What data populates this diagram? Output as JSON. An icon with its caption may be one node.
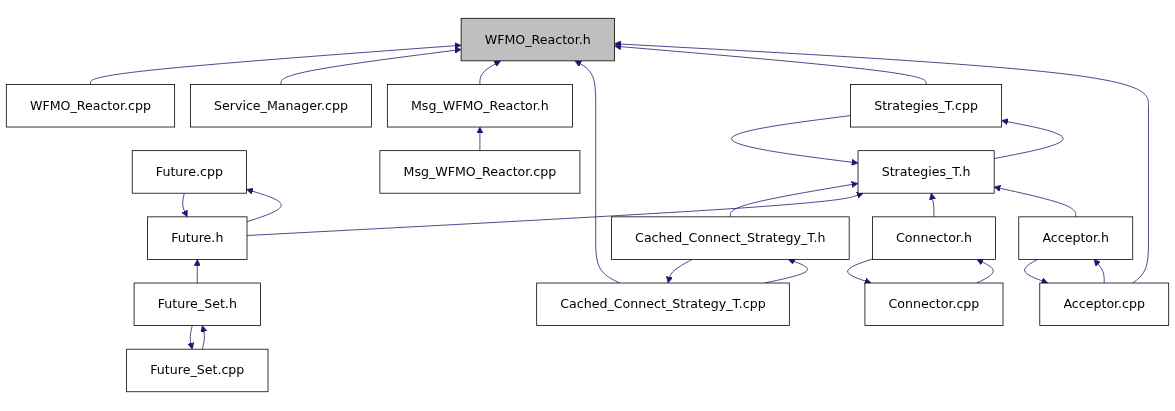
{
  "diagram": {
    "nodes": [
      {
        "text": [
          "WFMO_Reactor.h"
        ]
      },
      {
        "text": [
          "Strategies_T.cpp"
        ]
      },
      {
        "text": [
          "Msg_WFMO_Reactor.h"
        ]
      },
      {
        "text": [
          "Service_Manager.cpp"
        ]
      },
      {
        "text": [
          "WFMO_Reactor.cpp"
        ]
      },
      {
        "text": [
          "Strategies_T.h"
        ]
      },
      {
        "text": [
          "Msg_WFMO_Reactor.cpp"
        ]
      },
      {
        "text": [
          "Acceptor.h"
        ]
      },
      {
        "text": [
          "Connector.h"
        ]
      },
      {
        "text": [
          "Future.h"
        ]
      },
      {
        "text": [
          "Cached_Connect_Strategy_T.h"
        ]
      },
      {
        "text": [
          "Acceptor.cpp"
        ]
      },
      {
        "text": [
          "Connector.cpp"
        ]
      },
      {
        "text": [
          "Future.cpp"
        ]
      },
      {
        "text": [
          "Future_Set.h"
        ]
      },
      {
        "text": [
          "Cached_Connect_Strategy_T.cpp"
        ]
      },
      {
        "text": [
          "Future_Set.cpp"
        ]
      }
    ],
    "edges": [
      {
        "from": 11,
        "to": 0,
        "arrow": "to"
      },
      {
        "from": 1,
        "to": 0,
        "arrow": "to"
      },
      {
        "from": 15,
        "to": 0,
        "arrow": "to"
      },
      {
        "from": 2,
        "to": 0,
        "arrow": "to"
      },
      {
        "from": 3,
        "to": 0,
        "arrow": "to"
      },
      {
        "from": 4,
        "to": 0,
        "arrow": "to"
      },
      {
        "from": 5,
        "to": 1,
        "arrow": "to"
      },
      {
        "from": 1,
        "to": 5,
        "arrow": "to"
      },
      {
        "from": 6,
        "to": 2,
        "arrow": "to"
      },
      {
        "from": 7,
        "to": 5,
        "arrow": "to"
      },
      {
        "from": 8,
        "to": 5,
        "arrow": "to"
      },
      {
        "from": 9,
        "to": 5,
        "arrow": "to"
      },
      {
        "from": 10,
        "to": 5,
        "arrow": "to"
      },
      {
        "from": 11,
        "to": 7,
        "arrow": "to"
      },
      {
        "from": 7,
        "to": 11,
        "arrow": "to"
      },
      {
        "from": 12,
        "to": 8,
        "arrow": "to"
      },
      {
        "from": 8,
        "to": 12,
        "arrow": "to"
      },
      {
        "from": 13,
        "to": 9,
        "arrow": "to"
      },
      {
        "from": 9,
        "to": 13,
        "arrow": "to"
      },
      {
        "from": 14,
        "to": 9,
        "arrow": "to"
      },
      {
        "from": 15,
        "to": 10,
        "arrow": "to"
      },
      {
        "from": 10,
        "to": 15,
        "arrow": "to"
      },
      {
        "from": 16,
        "to": 14,
        "arrow": "to"
      },
      {
        "from": 14,
        "to": 16,
        "arrow": "to"
      }
    ]
  }
}
